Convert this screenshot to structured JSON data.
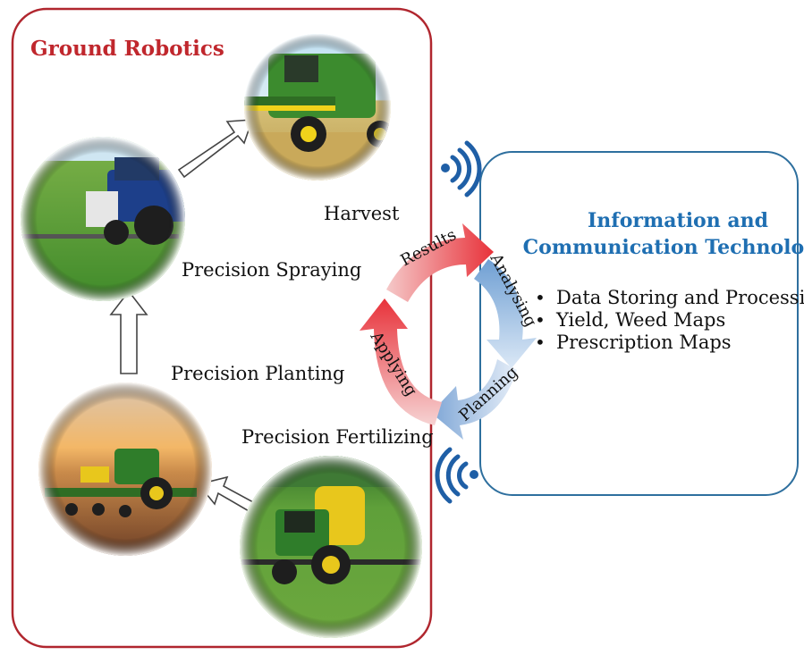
{
  "ground_robotics": {
    "title": "Ground Robotics",
    "stages": [
      {
        "label": "Harvest",
        "icon": "combine-harvester-photo"
      },
      {
        "label": "Precision Spraying",
        "icon": "sprayer-tractor-photo"
      },
      {
        "label": "Precision Planting",
        "icon": "planter-tractor-photo"
      },
      {
        "label": "Precision Fertilizing",
        "icon": "fertilizer-tractor-photo"
      }
    ]
  },
  "ict": {
    "title_line1": "Information and",
    "title_line2": "Communication Technology",
    "bullets": [
      "Data Storing and Processing",
      "Yield, Weed Maps",
      "Prescription Maps"
    ]
  },
  "cycle": {
    "results": "Results",
    "analysing": "Analysing",
    "planning": "Planning",
    "applying": "Applying"
  },
  "colors": {
    "robotics_border": "#b0262e",
    "robotics_title": "#c0272d",
    "ict_border": "#2e6f9e",
    "ict_title": "#1f6fb2",
    "red_arrow": "#e8323a",
    "blue_arrow": "#8fb3dc",
    "wifi_blue": "#1f5fa6"
  }
}
